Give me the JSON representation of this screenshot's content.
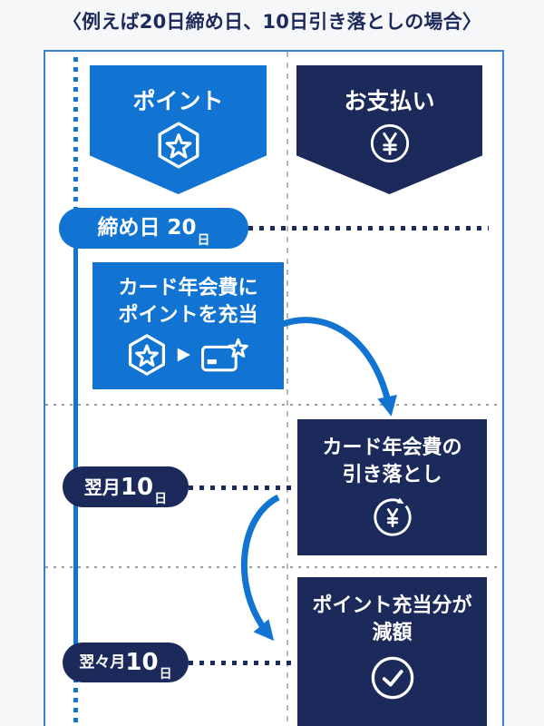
{
  "title": "〈例えば20日締め日、10日引き落としの場合〉",
  "colors": {
    "blue": "#1174d3",
    "navy": "#1b2a5b",
    "border_blue": "#3b82d4",
    "grid_gray": "#999da2"
  },
  "columns": {
    "points": {
      "label": "ポイント",
      "icon": "hexagon-star-icon"
    },
    "payment": {
      "label": "お支払い",
      "icon": "yen-circle-icon"
    }
  },
  "timeline": {
    "closing": {
      "text": "締め日 20",
      "unit": "日"
    },
    "next_month": {
      "prefix": "翌月",
      "num": "10",
      "unit": "日"
    },
    "month_after_next": {
      "prefix": "翌々月",
      "num": "10",
      "unit": "日"
    }
  },
  "events": {
    "apply_points": {
      "line1": "カード年会費に",
      "line2": "ポイントを充当",
      "icons": [
        "hexagon-star-icon",
        "play-icon",
        "card-star-icon"
      ]
    },
    "annual_fee_debit": {
      "line1": "カード年会費の",
      "line2": "引き落とし",
      "icon": "yen-refresh-icon"
    },
    "points_deduction": {
      "line1": "ポイント充当分が",
      "line2": "減額",
      "icon": "check-circle-icon"
    }
  }
}
